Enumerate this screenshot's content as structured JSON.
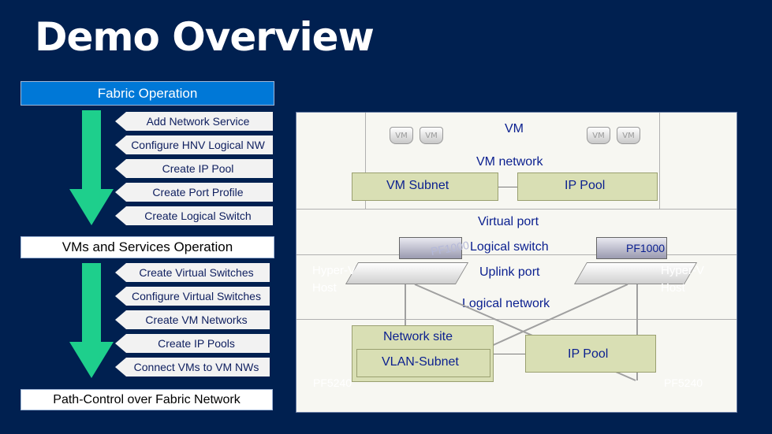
{
  "title": "Demo Overview",
  "sections": {
    "fabric": "Fabric Operation",
    "vms": "VMs and Services Operation",
    "path": "Path-Control over Fabric Network"
  },
  "fabric_steps": [
    "Add Network Service",
    "Configure HNV Logical NW",
    "Create IP Pool",
    "Create Port Profile",
    "Create Logical Switch"
  ],
  "vm_steps": [
    "Create Virtual Switches",
    "Configure Virtual Switches",
    "Create VM Networks",
    "Create IP Pools",
    "Connect VMs to VM NWs"
  ],
  "diagram": {
    "vm": "VM",
    "vm_network": "VM network",
    "vm_subnet": "VM Subnet",
    "ip_pool_top": "IP Pool",
    "virtual_port": "Virtual port",
    "logical_switch": "Logical switch",
    "pf1000_left": "PF1000",
    "pf1000_right": "PF1000",
    "uplink_port": "Uplink port",
    "logical_network": "Logical network",
    "network_site": "Network site",
    "vlan_subnet": "VLAN-Subnet",
    "ip_pool_bottom": "IP Pool",
    "vm_badge": "VM",
    "hyperv_left": "Hyper-V Host",
    "hyperv_right": "Hyper-V Host",
    "pf5240_left": "PF5240",
    "pf5240_right": "PF5240"
  },
  "colors": {
    "background": "#002050",
    "fabric_header": "#0078d7",
    "arrow": "#1ecf8c",
    "label_blue": "#0a1f8f",
    "group_box": "#d9dfb4"
  }
}
